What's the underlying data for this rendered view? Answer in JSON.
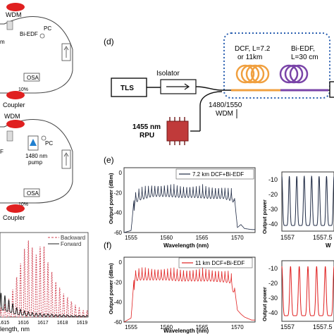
{
  "panel_a": {
    "wdm": "WDM",
    "biedf": "Bi-EDF",
    "pc": "PC",
    "osa": "OSA",
    "coupler": "Coupler",
    "tenpct": "10%",
    "cut_left": "m"
  },
  "panel_b": {
    "wdm": "WDM",
    "pc": "PC",
    "pump": "1480 nm",
    "pump2": "pump",
    "osa": "OSA",
    "coupler": "Coupler",
    "tenpct": "10%",
    "cut_left": "F"
  },
  "panel_c": {
    "legend_backward": "Backward",
    "legend_forward": "Forward",
    "xlabel": "length, nm",
    "xticks": [
      "1615",
      "1616",
      "1617",
      "1618",
      "1619"
    ]
  },
  "panel_d": {
    "label": "(d)",
    "tls": "TLS",
    "isolator": "Isolator",
    "dcf1": "DCF, L=7.2",
    "dcf2": "or 11km",
    "biedf1": "Bi-EDF,",
    "biedf2": "L=30 cm",
    "wdm1": "1480/1550",
    "wdm2": "WDM",
    "rpu1": "1455 nm",
    "rpu2": "RPU",
    "colors": {
      "dcf": "#f0a040",
      "biedf": "#7a45a8",
      "box": "#2a5fb0",
      "rpu": "#c03a3a"
    }
  },
  "panel_e": {
    "label": "(e)",
    "legend": "7.2 km DCF+Bi-EDF",
    "ylabel": "Output power (dBm)",
    "xlabel": "Wavelength (nm)",
    "xticks": [
      "1555",
      "1560",
      "1565",
      "1570"
    ],
    "yticks": [
      "0",
      "-20",
      "-40",
      "-60"
    ],
    "color": "#1f2a44",
    "right_yticks": [
      "-10",
      "-20",
      "-30",
      "-40"
    ],
    "right_ylabel": "Output power",
    "right_xticks": [
      "1557",
      "1557.5"
    ],
    "right_xlabel": "W"
  },
  "panel_f": {
    "label": "(f)",
    "legend": "11 km DCF+Bi-EDF",
    "ylabel": "Output power (dBm)",
    "xlabel": "Wavelength (nm)",
    "xticks": [
      "1555",
      "1560",
      "1565",
      "1570"
    ],
    "yticks": [
      "0",
      "-20",
      "-40",
      "-60"
    ],
    "color": "#e02020",
    "right_yticks": [
      "-10",
      "-20",
      "-30",
      "-40"
    ],
    "right_ylabel": "Output power",
    "right_xticks": [
      "1557",
      "1557.5"
    ]
  },
  "chart_data": [
    {
      "type": "line",
      "title": "",
      "xlabel": "length, nm",
      "ylabel": "",
      "xlim": [
        1614.8,
        1619.3
      ],
      "series": [
        {
          "name": "Backward",
          "style": "dashed",
          "color": "#d04050",
          "x": [
            1614.8,
            1615.0,
            1615.2,
            1615.4,
            1615.6,
            1615.8,
            1616.0,
            1616.2,
            1616.4,
            1616.6,
            1616.8,
            1617.0,
            1617.2,
            1617.4,
            1617.6,
            1617.8,
            1618.0,
            1618.2,
            1618.4,
            1618.6,
            1618.8,
            1619.0
          ],
          "y": [
            0.1,
            0.15,
            0.2,
            0.3,
            0.45,
            0.62,
            0.8,
            0.95,
            0.9,
            0.75,
            0.85,
            0.92,
            0.7,
            0.6,
            0.45,
            0.38,
            0.3,
            0.25,
            0.2,
            0.16,
            0.12,
            0.08
          ]
        },
        {
          "name": "Forward",
          "style": "solid",
          "color": "#202020",
          "x": [
            1614.8,
            1615.0,
            1615.2,
            1615.4,
            1615.6,
            1615.8,
            1616.0,
            1616.2,
            1616.4,
            1616.6,
            1616.8,
            1617.0,
            1617.2,
            1617.4,
            1617.6,
            1617.8,
            1618.0,
            1618.2,
            1618.4,
            1618.6,
            1618.8,
            1619.0
          ],
          "y": [
            0.3,
            0.28,
            0.22,
            0.18,
            0.12,
            0.1,
            0.08,
            0.07,
            0.06,
            0.05,
            0.05,
            0.04,
            0.04,
            0.04,
            0.03,
            0.03,
            0.03,
            0.03,
            0.02,
            0.02,
            0.02,
            0.02
          ]
        }
      ]
    },
    {
      "type": "line",
      "legend": "7.2 km DCF+Bi-EDF",
      "xlabel": "Wavelength (nm)",
      "ylabel": "Output power (dBm)",
      "xlim": [
        1554,
        1572.5
      ],
      "ylim": [
        -60,
        5
      ],
      "series": [
        {
          "name": "7.2 km DCF+Bi-EDF",
          "x": [
            1554,
            1555,
            1555.5,
            1556,
            1558,
            1560,
            1562,
            1564,
            1566,
            1568,
            1569,
            1569.5,
            1570,
            1570.5,
            1571,
            1572
          ],
          "y": [
            -60,
            -58,
            -20,
            -16,
            -12,
            -12,
            -13,
            -13,
            -14,
            -14,
            -16,
            -18,
            -55,
            -52,
            -56,
            -57
          ]
        }
      ]
    },
    {
      "type": "line",
      "legend": "11 km DCF+Bi-EDF",
      "xlabel": "Wavelength (nm)",
      "ylabel": "Output power (dBm)",
      "xlim": [
        1554,
        1572.5
      ],
      "ylim": [
        -60,
        5
      ],
      "series": [
        {
          "name": "11 km DCF+Bi-EDF",
          "x": [
            1554,
            1555,
            1555.5,
            1556,
            1558,
            1560,
            1562,
            1564,
            1566,
            1568,
            1569,
            1569.5,
            1570,
            1570.5,
            1571,
            1572
          ],
          "y": [
            -60,
            -56,
            -8,
            -6,
            -6,
            -6,
            -7,
            -7,
            -7,
            -8,
            -9,
            -20,
            -48,
            -52,
            -55,
            -58
          ]
        }
      ]
    }
  ]
}
